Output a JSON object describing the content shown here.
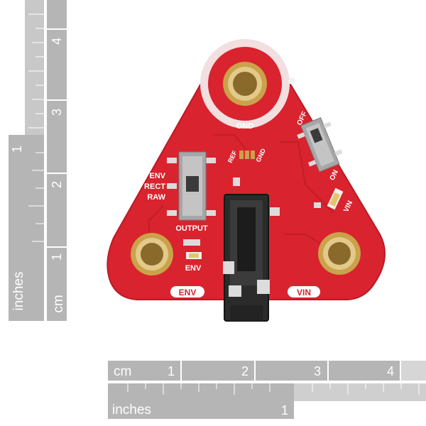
{
  "rulers": {
    "vertical_cm": {
      "unit": "cm",
      "numbers": [
        "1",
        "2",
        "3",
        "4"
      ]
    },
    "vertical_inches": {
      "unit": "inches",
      "numbers": [
        "1"
      ]
    },
    "horizontal_cm": {
      "unit": "cm",
      "numbers": [
        "1",
        "2",
        "3",
        "4"
      ]
    },
    "horizontal_inches": {
      "unit": "inches",
      "numbers": [
        "1"
      ]
    }
  },
  "board": {
    "pad_top": "GND",
    "pad_left": "ENV",
    "pad_right": "VIN",
    "switch_output": {
      "title": "OUTPUT",
      "options": [
        "ENV",
        "RECT",
        "RAW"
      ]
    },
    "switch_power": {
      "on": "ON",
      "off": "OFF"
    },
    "led_env": "ENV",
    "led_vin": "VIN",
    "ref_label": "REF",
    "gnd_small": "GND"
  },
  "colors": {
    "pcb": "#d9232e",
    "pcb_dark": "#b81c26",
    "silkscreen": "#ffffff",
    "gold": "#c9a24a",
    "ruler": "#b5b5b5"
  }
}
